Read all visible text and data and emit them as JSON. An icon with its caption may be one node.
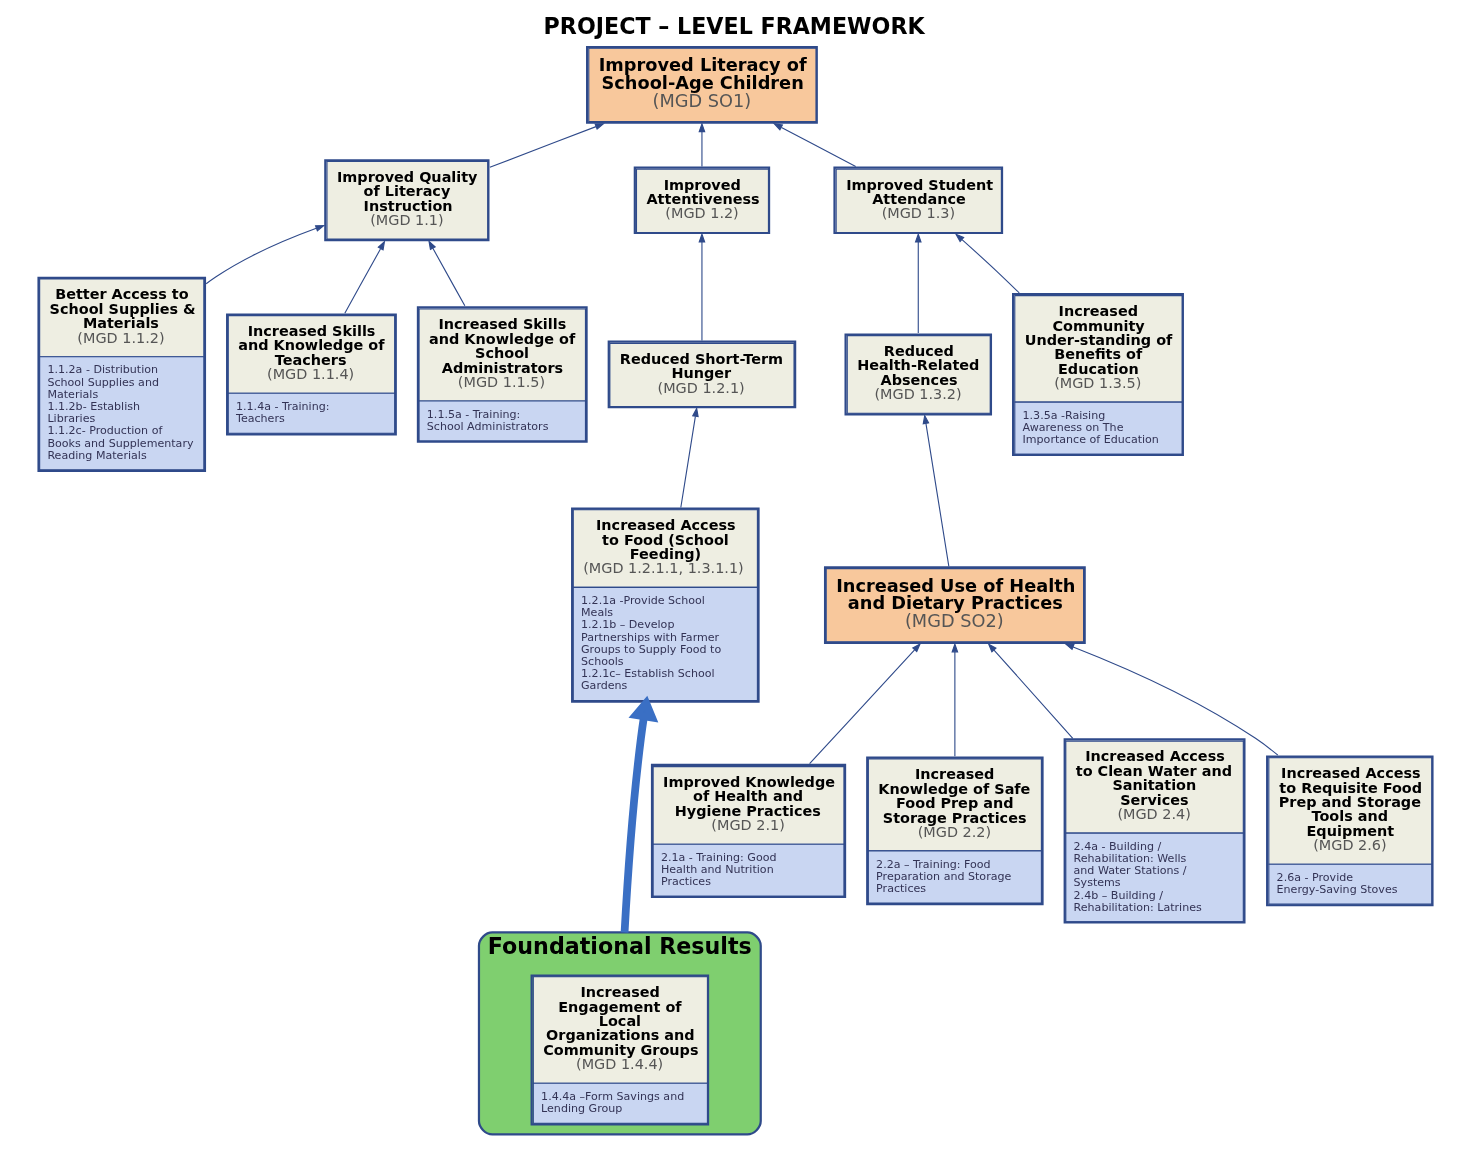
{
  "diagram": {
    "title": "PROJECT – LEVEL FRAMEWORK",
    "nodes": [
      {
        "text": [
          "Improved Literacy of School-Age Children",
          "(MGD SO1)"
        ]
      },
      {
        "text": [
          "Improved Quality of Literacy Instruction",
          "(MGD 1.1)"
        ]
      },
      {
        "text": [
          "Improved Attentiveness",
          "(MGD 1.2)"
        ]
      },
      {
        "text": [
          "Improved Student Attendance",
          "(MGD 1.3)"
        ]
      },
      {
        "text": [
          "Better Access to School Supplies & Materials",
          "(MGD 1.1.2)",
          "1.1.2a - Distribution School Supplies and Materials",
          "1.1.2b- Establish Libraries",
          "1.1.2c- Production of Books and Supplementary Reading Materials"
        ]
      },
      {
        "text": [
          "Increased Skills and Knowledge of Teachers",
          "(MGD 1.1.4)",
          "1.1.4a - Training: Teachers"
        ]
      },
      {
        "text": [
          "Increased Skills and Knowledge of School Administrators",
          "(MGD 1.1.5)",
          "1.1.5a - Training: School Administrators"
        ]
      },
      {
        "text": [
          "Reduced Short-Term Hunger",
          "(MGD 1.2.1)"
        ]
      },
      {
        "text": [
          "Reduced Health-Related Absences",
          "(MGD 1.3.2)"
        ]
      },
      {
        "text": [
          "Increased Community Under-standing of Benefits of Education",
          "(MGD 1.3.5)",
          "1.3.5a -Raising Awareness on The Importance of Education"
        ]
      },
      {
        "text": [
          "Increased Use of Health and Dietary Practices",
          "(MGD SO2)"
        ]
      },
      {
        "text": [
          "Increased Access to Food (School Feeding)",
          "(MGD 1.2.1.1, 1.3.1.1)",
          "1.2.1a -Provide School Meals",
          "1.2.1b – Develop Partnerships with Farmer Groups to Supply Food to Schools",
          "1.2.1c– Establish School Gardens"
        ]
      },
      {
        "text": [
          "Improved Knowledge of Health and Hygiene Practices",
          "(MGD 2.1)",
          "2.1a - Training: Good Health and Nutrition Practices"
        ]
      },
      {
        "text": [
          "Increased Knowledge of Safe Food Prep and Storage Practices",
          "(MGD 2.2)",
          "2.2a – Training: Food Preparation and Storage Practices"
        ]
      },
      {
        "text": [
          "Increased Access to Clean Water and Sanitation Services",
          "(MGD 2.4)",
          "2.4a - Building / Rehabilitation: Wells and Water Stations / Systems",
          "2.4b – Building / Rehabilitation: Latrines"
        ]
      },
      {
        "text": [
          "Increased Access to Requisite Food Prep and Storage Tools and Equipment",
          "(MGD 2.6)",
          "2.6a - Provide Energy-Saving Stoves"
        ]
      },
      {
        "text": [
          "Foundational Results"
        ]
      },
      {
        "text": [
          "Increased Engagement of Local Organizations and Community Groups",
          "(MGD 1.4.4)",
          "1.4.4a –Form Savings and Lending Group"
        ],
        "in": 16
      }
    ],
    "edges": [
      {
        "from": 1,
        "to": 0,
        "arrow": "to"
      },
      {
        "from": 2,
        "to": 0,
        "arrow": "to"
      },
      {
        "from": 3,
        "to": 0,
        "arrow": "to"
      },
      {
        "from": 4,
        "to": 1,
        "arrow": "to"
      },
      {
        "from": 5,
        "to": 1,
        "arrow": "to"
      },
      {
        "from": 6,
        "to": 1,
        "arrow": "to"
      },
      {
        "from": 7,
        "to": 2,
        "arrow": "to"
      },
      {
        "from": 8,
        "to": 3,
        "arrow": "to"
      },
      {
        "from": 9,
        "to": 3,
        "arrow": "to"
      },
      {
        "from": 11,
        "to": 7,
        "arrow": "to"
      },
      {
        "from": 10,
        "to": 8,
        "arrow": "to"
      },
      {
        "from": 12,
        "to": 10,
        "arrow": "to"
      },
      {
        "from": 13,
        "to": 10,
        "arrow": "to"
      },
      {
        "from": 14,
        "to": 10,
        "arrow": "to"
      },
      {
        "from": 15,
        "to": 10,
        "arrow": "to"
      },
      {
        "from": 16,
        "to": 11,
        "arrow": "to",
        "style": "thick",
        "color": "#3a6fc4"
      }
    ]
  }
}
